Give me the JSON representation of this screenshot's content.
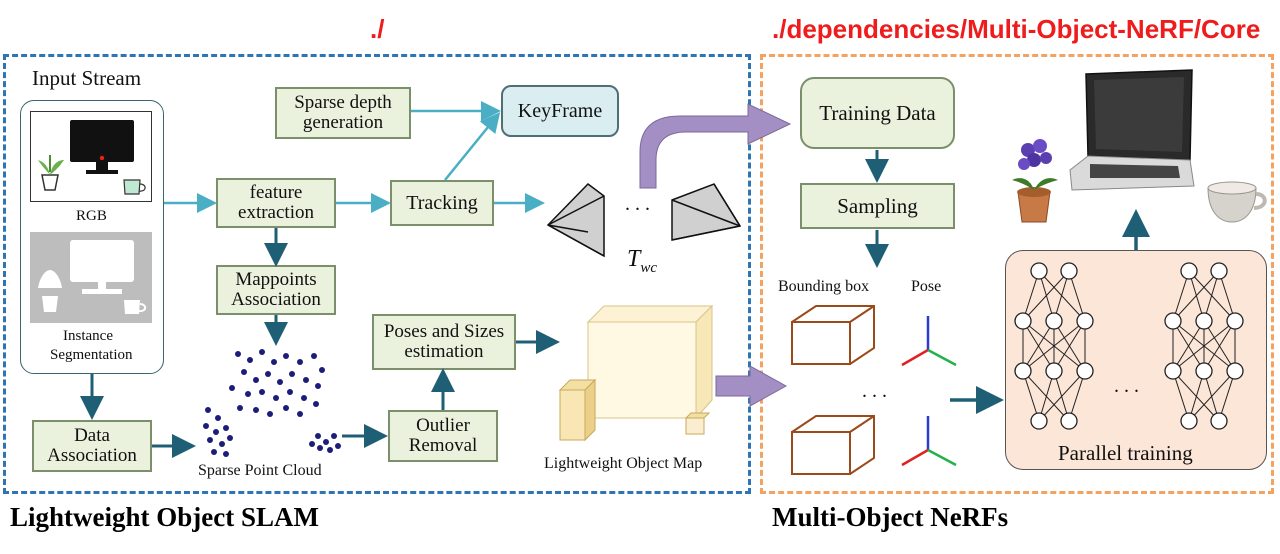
{
  "paths": {
    "slam_dir": "./",
    "nerf_dir": "./dependencies/Multi-Object-NeRF/Core"
  },
  "sections": {
    "slam_title": "Lightweight Object SLAM",
    "nerf_title": "Multi-Object NeRFs"
  },
  "input": {
    "title": "Input Stream",
    "rgb_label": "RGB",
    "seg_label_1": "Instance",
    "seg_label_2": "Segmentation"
  },
  "slam": {
    "sparse_depth_1": "Sparse depth",
    "sparse_depth_2": "generation",
    "keyframe": "KeyFrame",
    "feature_1": "feature",
    "feature_2": "extraction",
    "tracking": "Tracking",
    "mappoints_1": "Mappoints",
    "mappoints_2": "Association",
    "poses_sizes_1": "Poses and Sizes",
    "poses_sizes_2": "estimation",
    "data_assoc_1": "Data",
    "data_assoc_2": "Association",
    "point_cloud": "Sparse Point Cloud",
    "outlier_1": "Outlier",
    "outlier_2": "Removal",
    "object_map": "Lightweight Object Map",
    "dots": ". . .",
    "twc_main": "T",
    "twc_sub": "wc"
  },
  "nerf": {
    "training_data": "Training Data",
    "sampling": "Sampling",
    "bbox_label": "Bounding box",
    "pose_label": "Pose",
    "dots": ". . .",
    "parallel_training": "Parallel training",
    "net_dots": ". . ."
  },
  "colors": {
    "slam_border": "#2e75b6",
    "nerf_border": "#f4a260",
    "arrow_teal": "#1f5f75",
    "arrow_light": "#4aaec4",
    "arrow_purple": "#a48fc4",
    "box_brown": "#9b4a1a",
    "point_navy": "#1c1c7a"
  }
}
